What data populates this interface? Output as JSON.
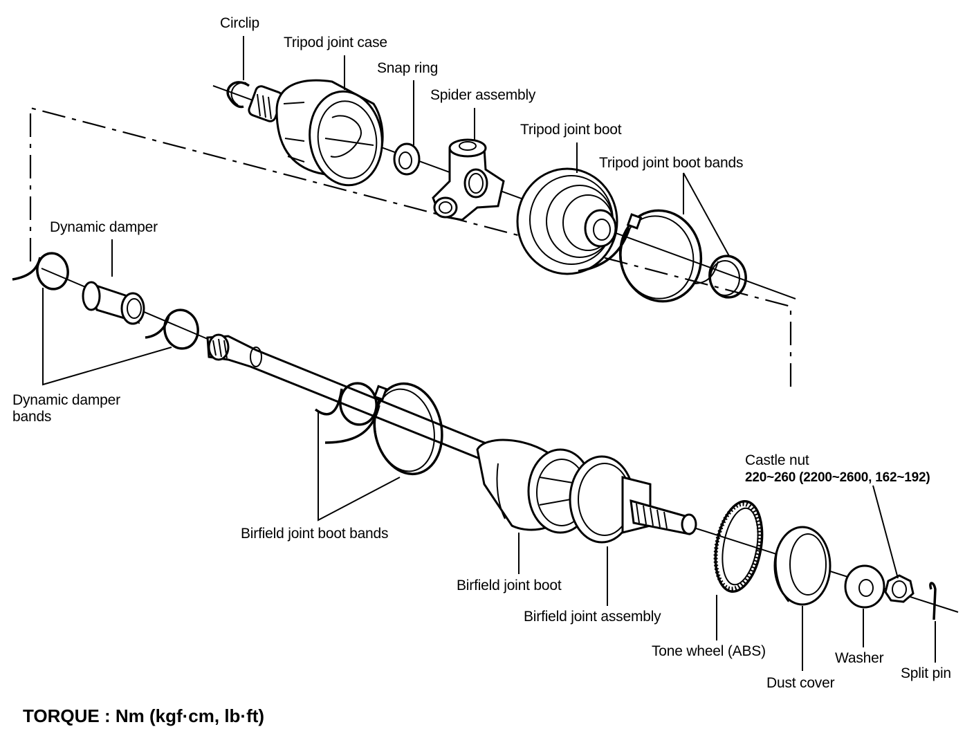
{
  "diagram": {
    "title": "Drive shaft exploded view",
    "labels": {
      "circlip": "Circlip",
      "tripod_joint_case": "Tripod joint case",
      "snap_ring": "Snap ring",
      "spider_assembly": "Spider assembly",
      "tripod_joint_boot": "Tripod joint boot",
      "tripod_joint_boot_bands": "Tripod joint boot bands",
      "dynamic_damper": "Dynamic damper",
      "dynamic_damper_bands_line1": "Dynamic damper",
      "dynamic_damper_bands_line2": "bands",
      "castle_nut": "Castle nut",
      "castle_nut_torque": "220~260 (2200~2600, 162~192)",
      "birfield_joint_boot_bands": "Birfield joint boot bands",
      "birfield_joint_boot": "Birfield joint boot",
      "birfield_joint_assembly": "Birfield joint assembly",
      "tone_wheel": "Tone wheel (ABS)",
      "dust_cover": "Dust cover",
      "washer": "Washer",
      "split_pin": "Split pin"
    },
    "torque_legend": "TORQUE : Nm (kgf·cm, lb·ft)"
  }
}
